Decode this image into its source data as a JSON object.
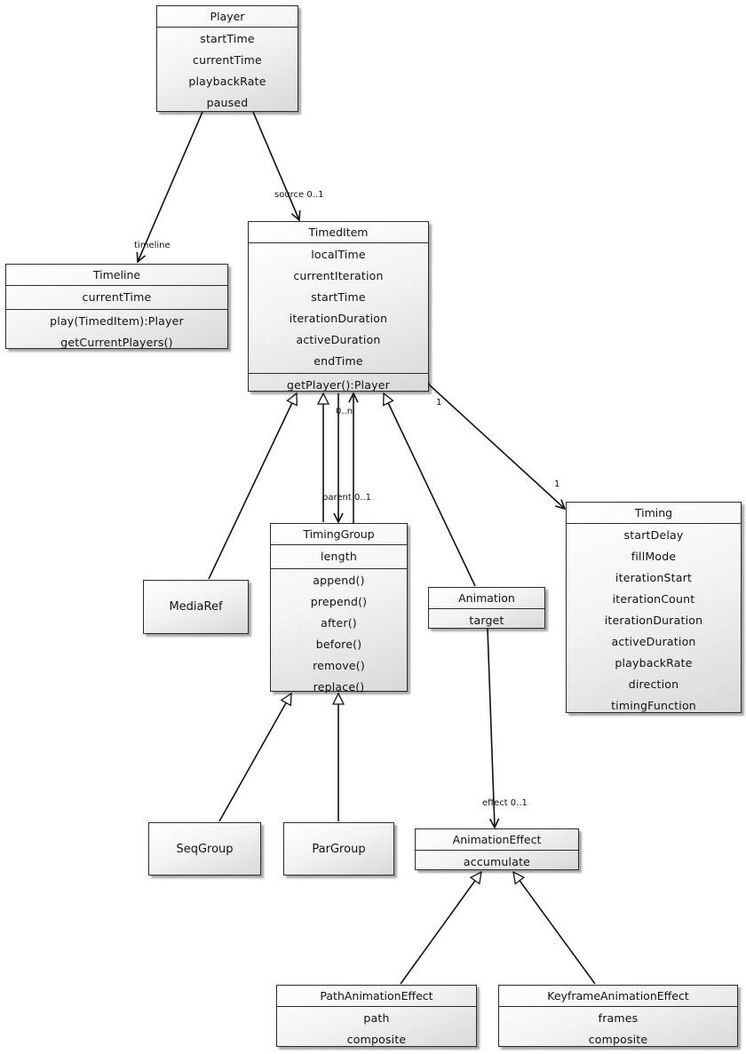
{
  "classes": [
    {
      "key": "player",
      "name": "Player",
      "attributes": [
        "startTime",
        "currentTime",
        "playbackRate",
        "paused"
      ],
      "operations": []
    },
    {
      "key": "timeline",
      "name": "Timeline",
      "attributes": [
        "currentTime"
      ],
      "operations": [
        "play(TimedItem):Player",
        "getCurrentPlayers()"
      ]
    },
    {
      "key": "timeditem",
      "name": "TimedItem",
      "attributes": [
        "localTime",
        "currentIteration",
        "startTime",
        "iterationDuration",
        "activeDuration",
        "endTime"
      ],
      "operations": [
        "getPlayer():Player"
      ]
    },
    {
      "key": "timing",
      "name": "Timing",
      "attributes": [
        "startDelay",
        "fillMode",
        "iterationStart",
        "iterationCount",
        "iterationDuration",
        "activeDuration",
        "playbackRate",
        "direction",
        "timingFunction"
      ],
      "operations": []
    },
    {
      "key": "timinggroup",
      "name": "TimingGroup",
      "attributes": [
        "length"
      ],
      "operations": [
        "append()",
        "prepend()",
        "after()",
        "before()",
        "remove()",
        "replace()"
      ]
    },
    {
      "key": "mediaref",
      "name": "MediaRef",
      "attributes": [],
      "operations": []
    },
    {
      "key": "animation",
      "name": "Animation",
      "attributes": [
        "target"
      ],
      "operations": []
    },
    {
      "key": "seqgroup",
      "name": "SeqGroup",
      "attributes": [],
      "operations": []
    },
    {
      "key": "pargroup",
      "name": "ParGroup",
      "attributes": [],
      "operations": []
    },
    {
      "key": "animationeffect",
      "name": "AnimationEffect",
      "attributes": [
        "accumulate"
      ],
      "operations": []
    },
    {
      "key": "pathanimationeffect",
      "name": "PathAnimationEffect",
      "attributes": [
        "path",
        "composite"
      ],
      "operations": []
    },
    {
      "key": "keyframeanimationeffect",
      "name": "KeyframeAnimationEffect",
      "attributes": [
        "frames",
        "composite"
      ],
      "operations": []
    }
  ],
  "relations": [
    {
      "key": "player-timeline",
      "type": "association",
      "label": "timeline"
    },
    {
      "key": "player-timeditem",
      "type": "association",
      "label": "source 0..1"
    },
    {
      "key": "timeditem-timing",
      "type": "composition",
      "label_source": "1",
      "label_target": "1"
    },
    {
      "key": "group-children",
      "type": "association",
      "label": "0..n"
    },
    {
      "key": "group-parent",
      "type": "composition",
      "label": "parent 0..1"
    },
    {
      "key": "animation-effect",
      "type": "composition",
      "label": "effect 0..1"
    },
    {
      "key": "mediaref-timeditem",
      "type": "generalization"
    },
    {
      "key": "timinggroup-timeditem",
      "type": "generalization"
    },
    {
      "key": "animation-timeditem",
      "type": "generalization"
    },
    {
      "key": "seqgroup-timinggroup",
      "type": "generalization"
    },
    {
      "key": "pargroup-timinggroup",
      "type": "generalization"
    },
    {
      "key": "path-animationeffect",
      "type": "generalization"
    },
    {
      "key": "keyframe-animationeffect",
      "type": "generalization"
    }
  ]
}
